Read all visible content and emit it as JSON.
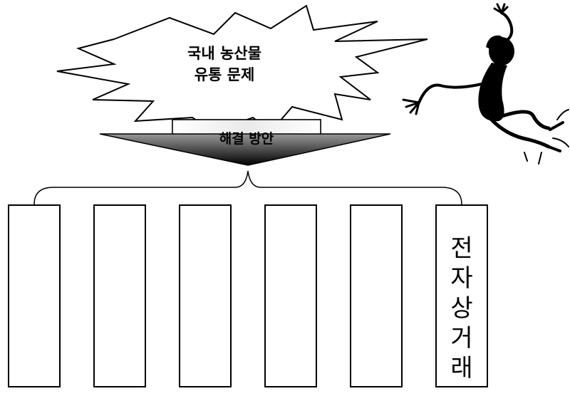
{
  "problem": {
    "line1": "국내 농산물",
    "line2": "유통 문제"
  },
  "arrow_label": "해결 방안",
  "solution_columns": [
    {
      "label": ""
    },
    {
      "label": ""
    },
    {
      "label": ""
    },
    {
      "label": ""
    },
    {
      "label": ""
    },
    {
      "label": "전자상거래"
    }
  ]
}
